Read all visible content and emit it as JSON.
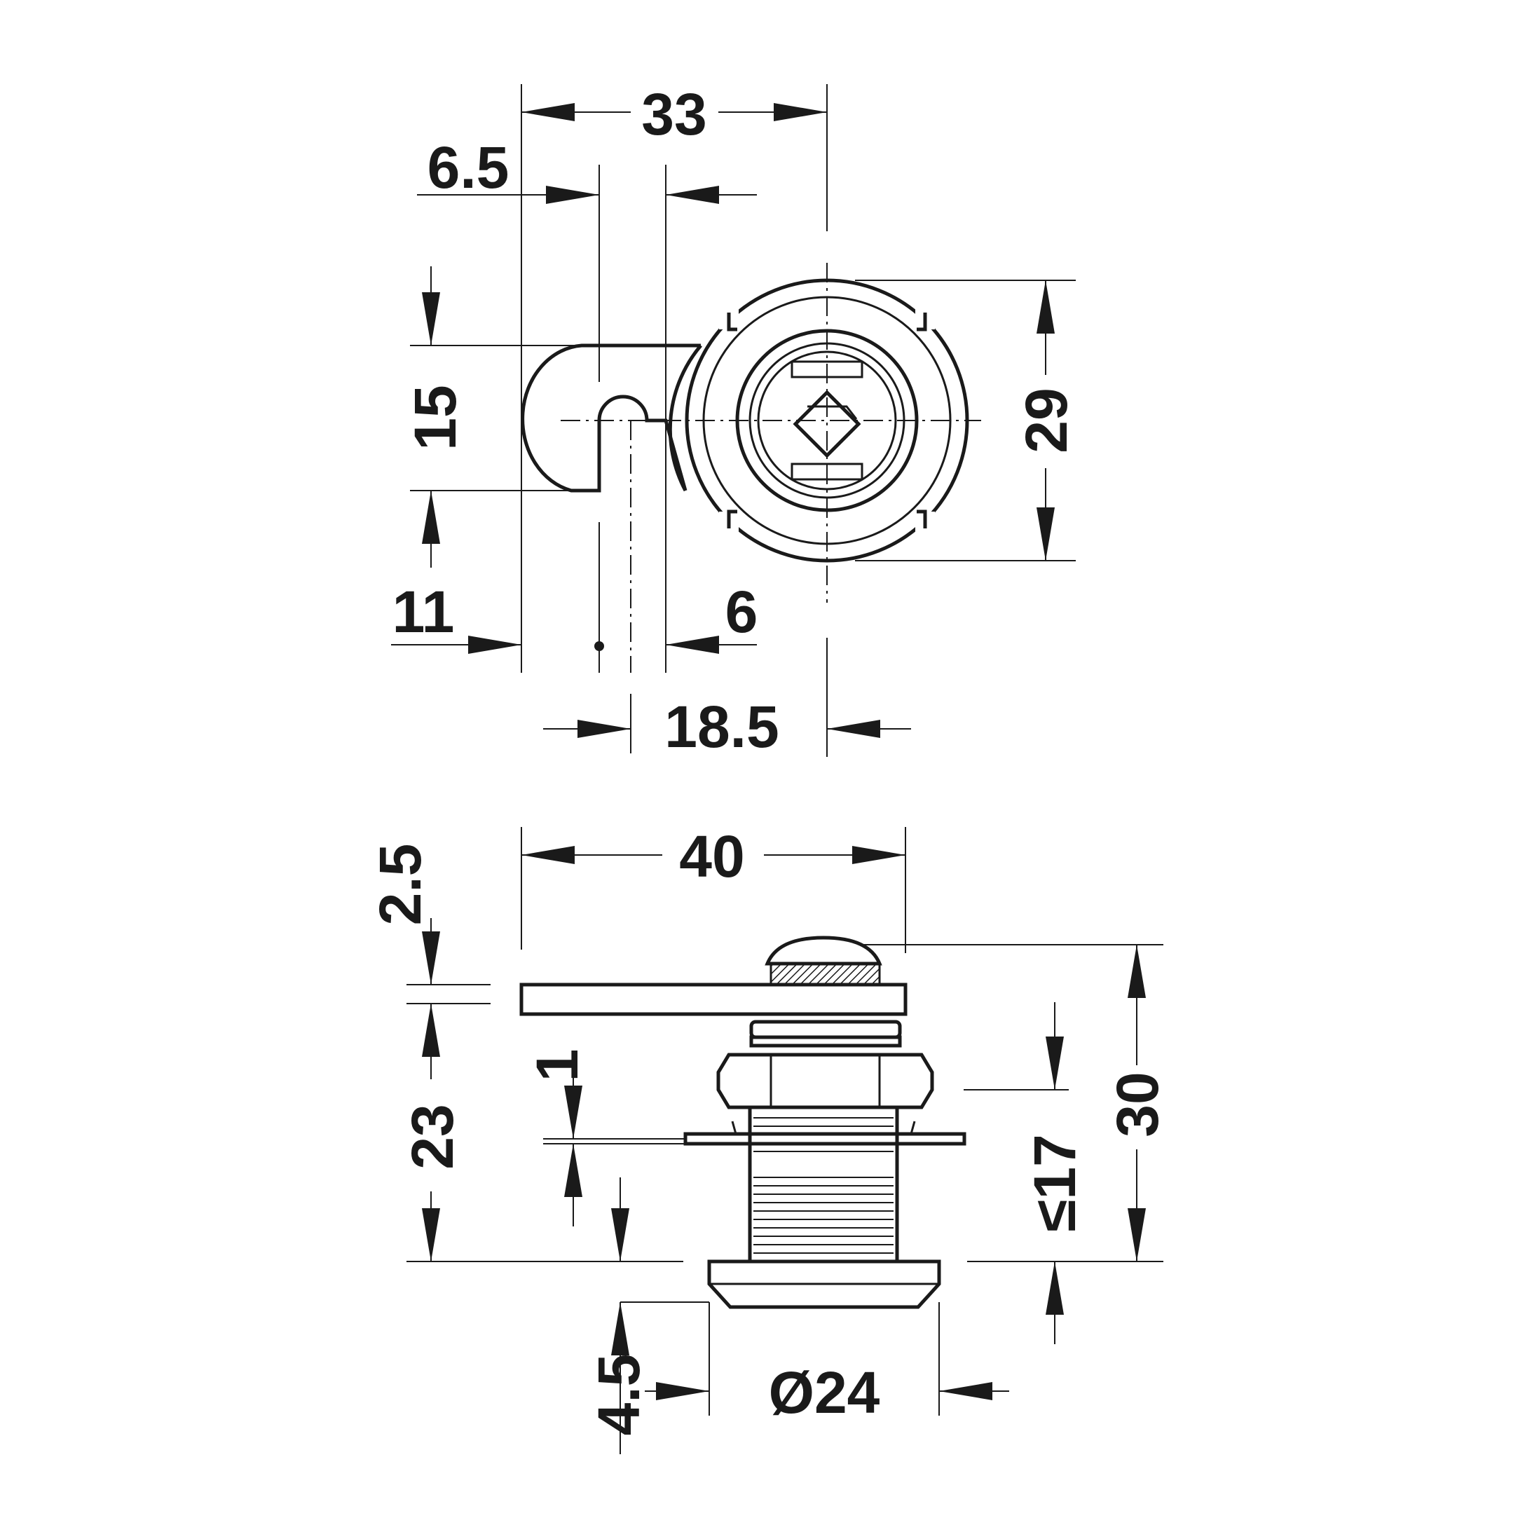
{
  "top_view": {
    "dim_overall_width": "33",
    "dim_cam_offset": "6.5",
    "dim_cam_height": "15",
    "dim_body_diameter": "29",
    "dim_cam_tip": "11",
    "dim_slot_width": "6",
    "dim_center_offset": "18.5"
  },
  "side_view": {
    "dim_cam_thickness": "2.5",
    "dim_cam_length": "40",
    "dim_overall_height": "30",
    "dim_cam_to_bezel": "23",
    "dim_washer": "1",
    "dim_panel_thickness": "≤17",
    "dim_bezel_height": "4.5",
    "dim_bezel_diameter": "Ø24"
  },
  "colors": {
    "line": "#1a1a1a",
    "background": "#ffffff"
  }
}
